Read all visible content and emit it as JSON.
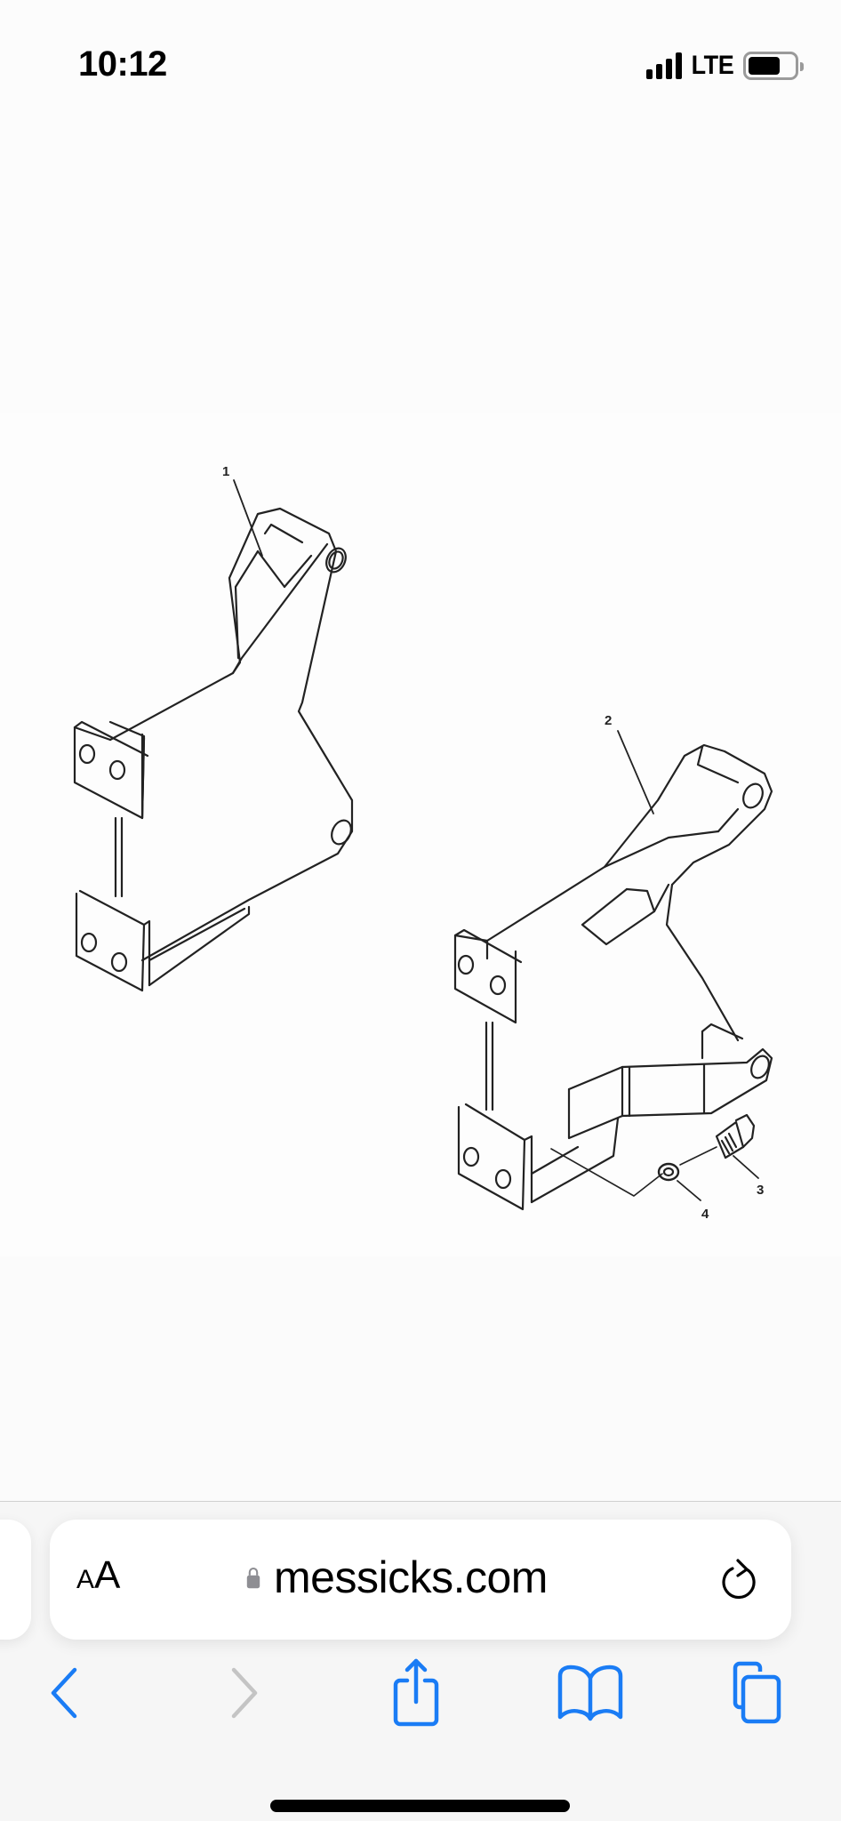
{
  "status_bar": {
    "time": "10:12",
    "network": "LTE",
    "signal_bars": 4,
    "battery_icon": "battery-icon"
  },
  "page": {
    "diagram": {
      "description": "Exploded parts diagram of two mounting brackets with hardware",
      "callouts": [
        {
          "number": "1",
          "part": "bracket-left"
        },
        {
          "number": "2",
          "part": "bracket-right"
        },
        {
          "number": "3",
          "part": "bolt"
        },
        {
          "number": "4",
          "part": "washer"
        }
      ]
    }
  },
  "browser": {
    "text_size_button": "AA",
    "text_size_small": "A",
    "text_size_large": "A",
    "url": "messicks.com",
    "lock_icon": "lock-icon",
    "reload_icon": "reload-icon",
    "toolbar": {
      "back": "back-icon",
      "forward": "forward-icon",
      "share": "share-icon",
      "bookmarks": "bookmarks-icon",
      "tabs": "tabs-icon"
    },
    "accent_color": "#1a7cf5",
    "disabled_color": "#c4c4c4"
  }
}
